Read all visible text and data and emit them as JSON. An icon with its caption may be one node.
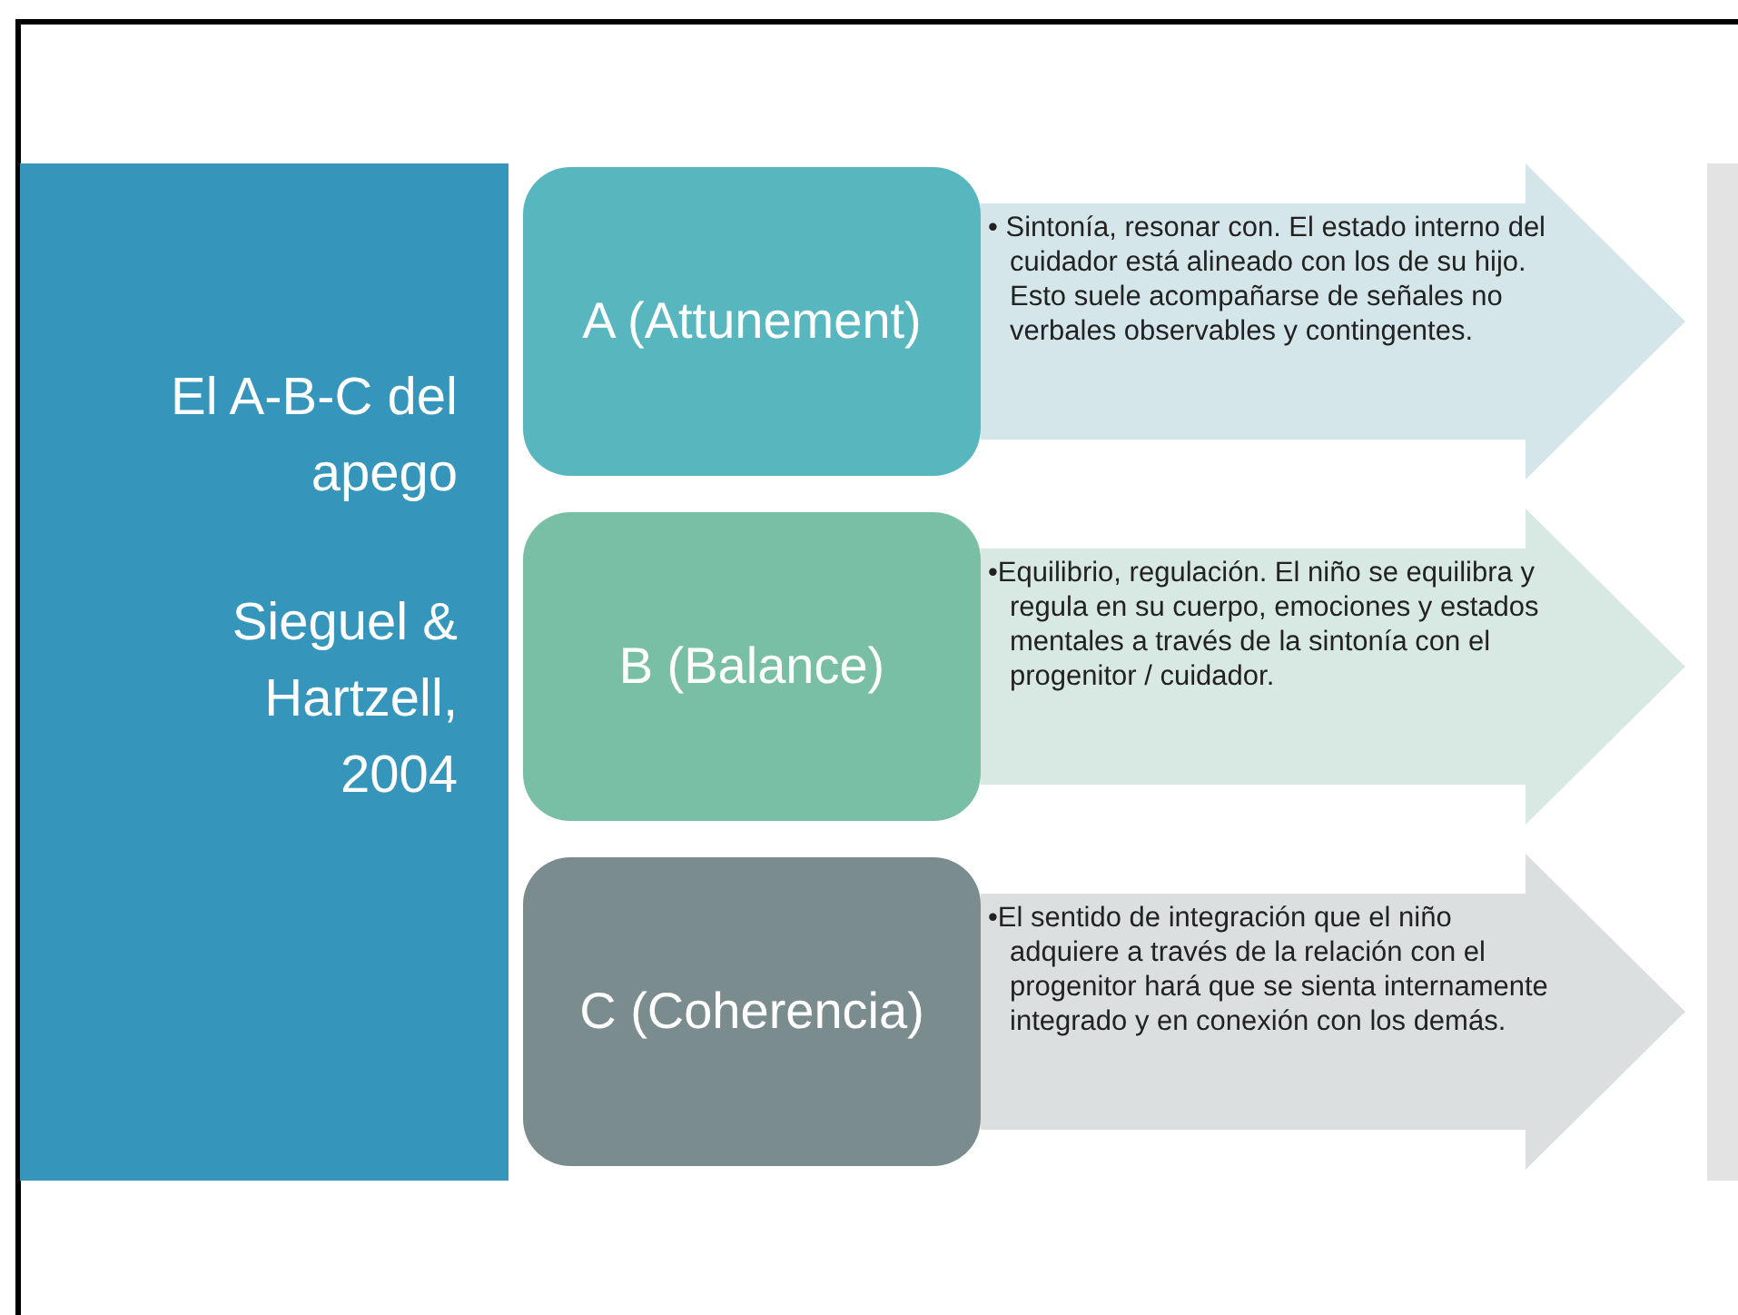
{
  "diagram": {
    "nodes": [
      {
        "text": [
          "El A-B-C del apego",
          "Sieguel & Hartzell, 2004"
        ]
      },
      {
        "text": [
          "A (Attunement)"
        ]
      },
      {
        "text": [
          "• Sintonía, resonar con. El estado interno del cuidador está alineado con los de su hijo. Esto suele acompañarse de señales no verbales observables y contingentes."
        ]
      },
      {
        "text": [
          "B (Balance)"
        ]
      },
      {
        "text": [
          "•Equilibrio, regulación. El niño se equilibra y regula en su cuerpo, emociones y estados mentales a través de la sintonía con el progenitor / cuidador."
        ]
      },
      {
        "text": [
          "C (Coherencia)"
        ]
      },
      {
        "text": [
          "•El sentido de integración que el niño adquiere a través de la relación con el progenitor hará que se sienta internamente integrado y en conexión con los demás."
        ]
      }
    ]
  }
}
